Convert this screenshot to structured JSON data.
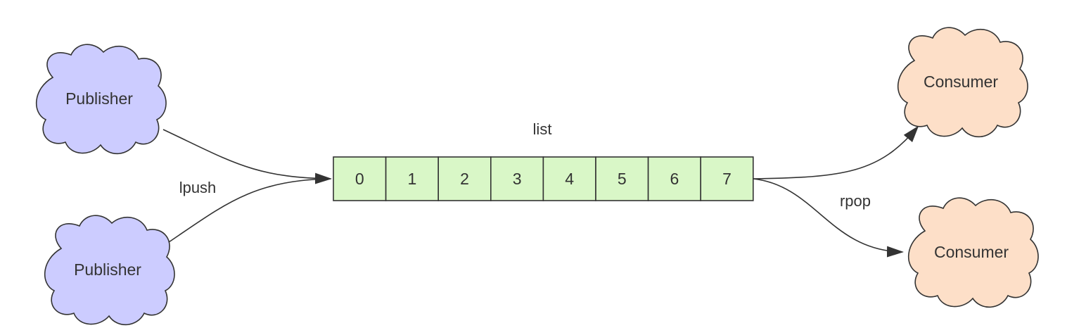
{
  "colors": {
    "publisher_fill": "#ccccff",
    "consumer_fill": "#fddfc8",
    "cell_fill": "#d9f7c7",
    "stroke": "#333333"
  },
  "labels": {
    "list": "list",
    "lpush": "lpush",
    "rpop": "rpop"
  },
  "publishers": [
    {
      "label": "Publisher"
    },
    {
      "label": "Publisher"
    }
  ],
  "consumers": [
    {
      "label": "Consumer"
    },
    {
      "label": "Consumer"
    }
  ],
  "list_cells": [
    "0",
    "1",
    "2",
    "3",
    "4",
    "5",
    "6",
    "7"
  ]
}
